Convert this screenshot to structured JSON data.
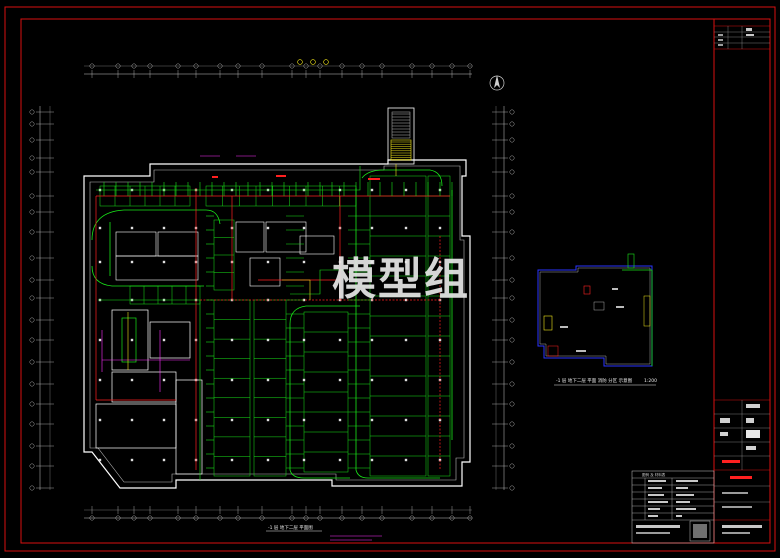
{
  "app": {
    "title": "CAD drawing viewer"
  },
  "watermark": "模型组",
  "main_plan": {
    "title": "-1 层 地下二层 平面图"
  },
  "inset_plan": {
    "title": "-1 层 地下二层 平面 消防 分区 示意图",
    "scale": "1:200"
  },
  "colors": {
    "background": "#000000",
    "frame": "#e01010",
    "walls": "#ffffff",
    "pipes_green": "#19e619",
    "pipes_red": "#ff2020",
    "magenta": "#ff30ff",
    "yellow": "#f2e61a",
    "inset_border": "#2a35ff"
  },
  "title_block": {
    "header": "设计说明",
    "rows": 7
  },
  "legend": {
    "header": "图例 及 材料表"
  }
}
